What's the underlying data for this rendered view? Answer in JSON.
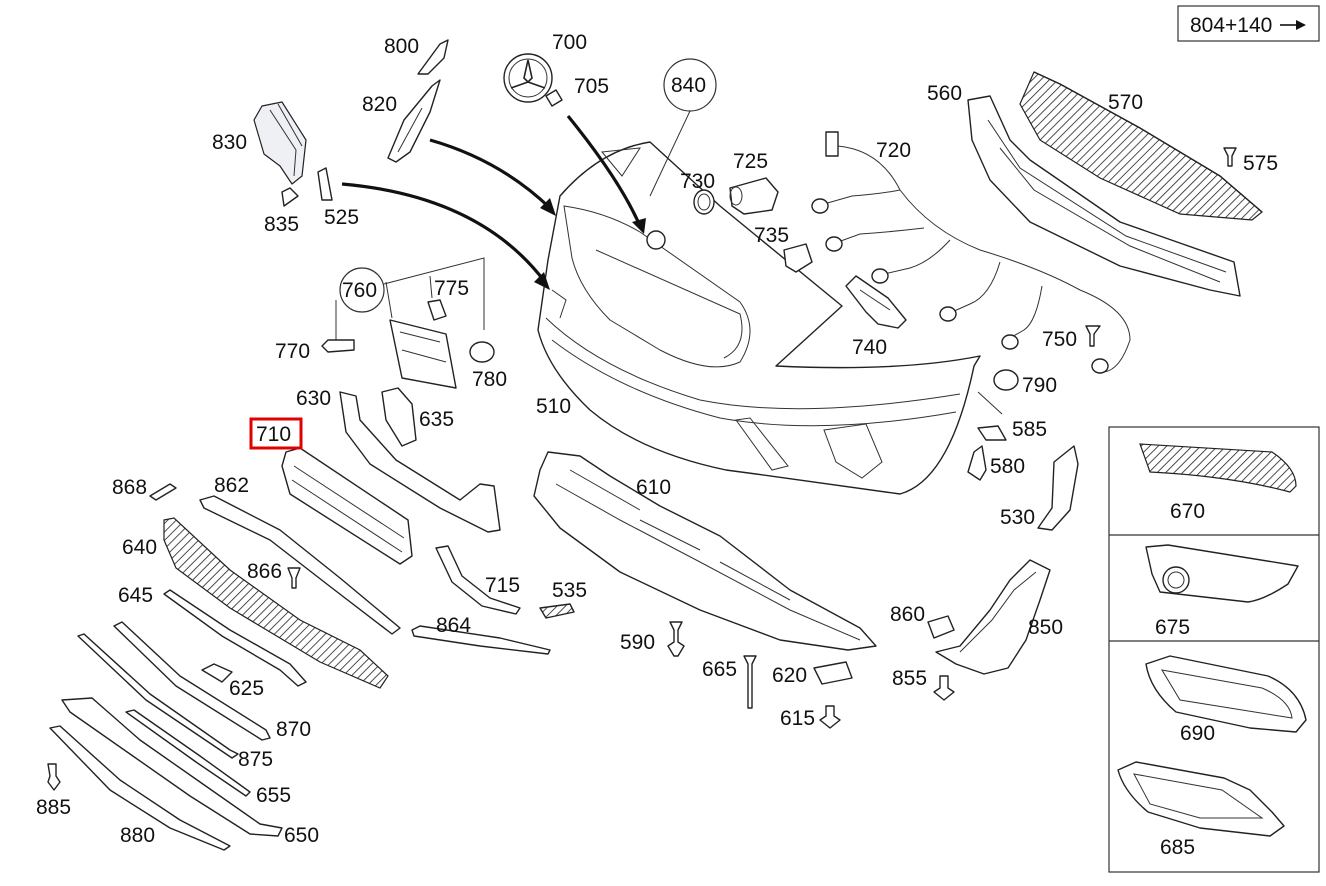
{
  "diagram": {
    "ref_box": "804+140",
    "selected": "710",
    "callouts": [
      {
        "id": "800"
      },
      {
        "id": "700"
      },
      {
        "id": "705"
      },
      {
        "id": "840"
      },
      {
        "id": "820"
      },
      {
        "id": "830"
      },
      {
        "id": "835"
      },
      {
        "id": "525"
      },
      {
        "id": "730"
      },
      {
        "id": "725"
      },
      {
        "id": "720"
      },
      {
        "id": "735"
      },
      {
        "id": "560"
      },
      {
        "id": "570"
      },
      {
        "id": "575"
      },
      {
        "id": "760"
      },
      {
        "id": "775"
      },
      {
        "id": "770"
      },
      {
        "id": "780"
      },
      {
        "id": "740"
      },
      {
        "id": "750"
      },
      {
        "id": "790"
      },
      {
        "id": "630"
      },
      {
        "id": "635"
      },
      {
        "id": "510"
      },
      {
        "id": "585"
      },
      {
        "id": "580"
      },
      {
        "id": "710"
      },
      {
        "id": "868"
      },
      {
        "id": "862"
      },
      {
        "id": "610"
      },
      {
        "id": "530"
      },
      {
        "id": "640"
      },
      {
        "id": "866"
      },
      {
        "id": "715"
      },
      {
        "id": "535"
      },
      {
        "id": "645"
      },
      {
        "id": "864"
      },
      {
        "id": "590"
      },
      {
        "id": "860"
      },
      {
        "id": "850"
      },
      {
        "id": "665"
      },
      {
        "id": "620"
      },
      {
        "id": "855"
      },
      {
        "id": "625"
      },
      {
        "id": "615"
      },
      {
        "id": "870"
      },
      {
        "id": "875"
      },
      {
        "id": "655"
      },
      {
        "id": "885"
      },
      {
        "id": "880"
      },
      {
        "id": "650"
      },
      {
        "id": "670"
      },
      {
        "id": "675"
      },
      {
        "id": "690"
      },
      {
        "id": "685"
      }
    ]
  }
}
